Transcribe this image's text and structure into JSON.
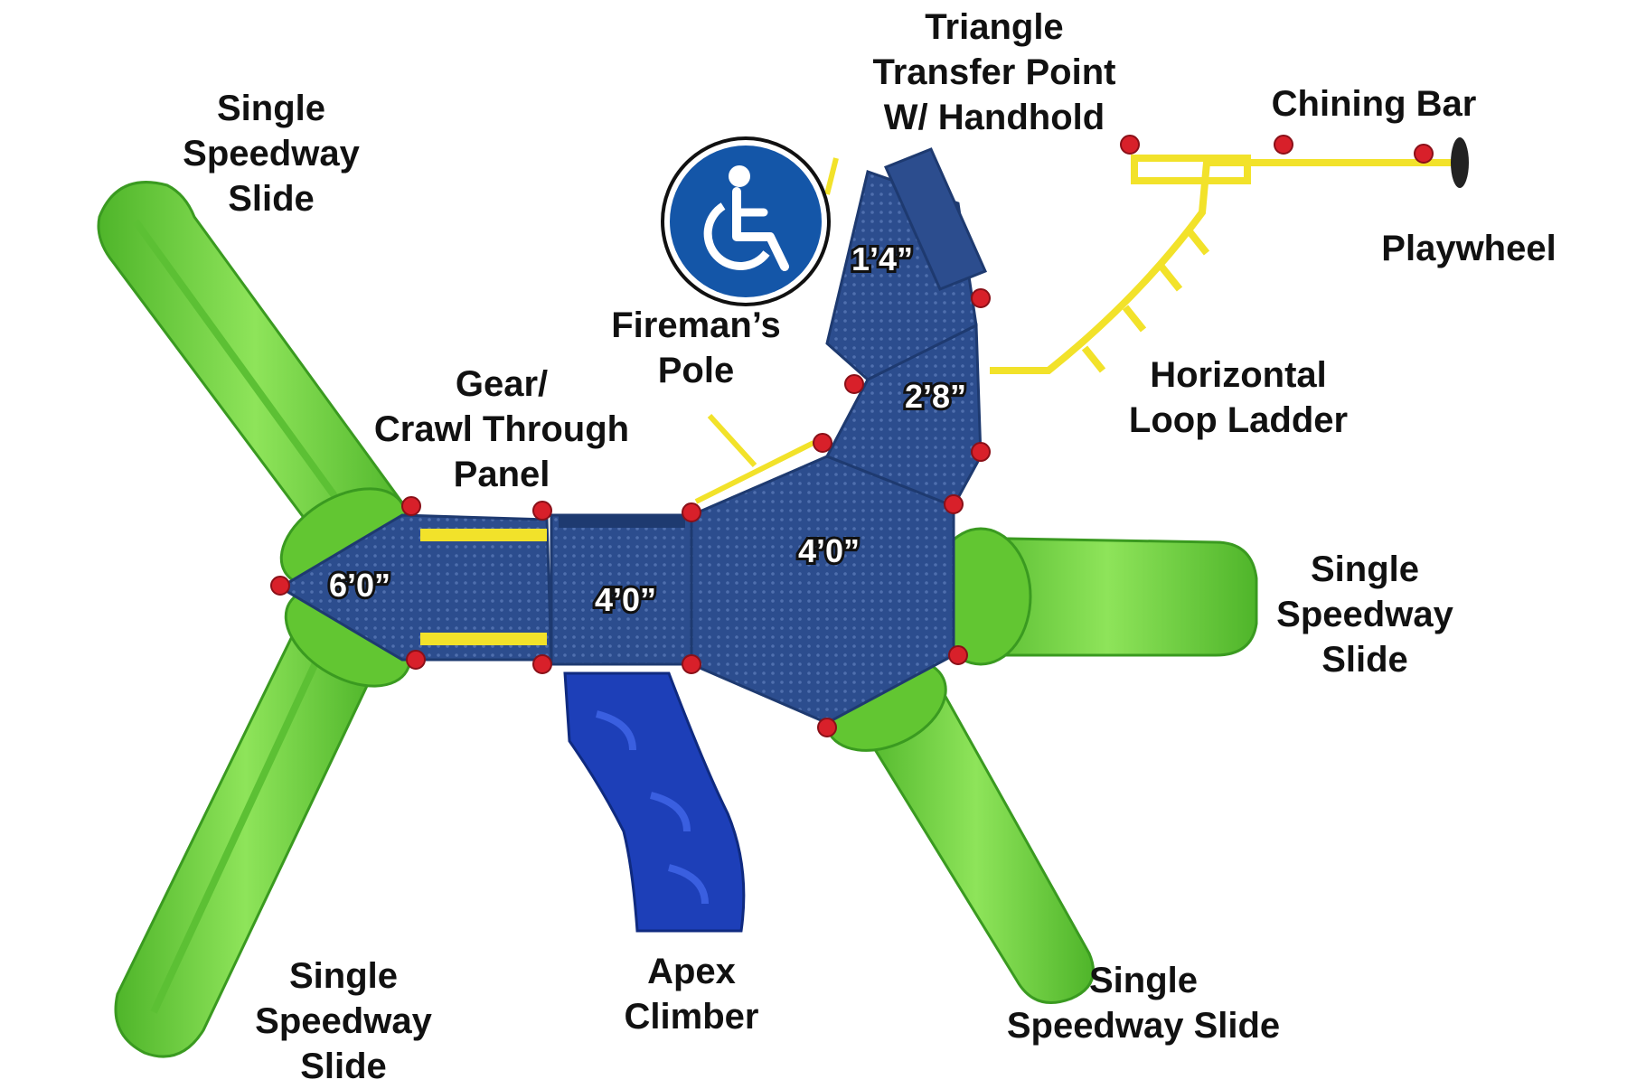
{
  "labels": {
    "triangle_transfer": [
      "Triangle",
      "Transfer Point",
      "W/ Handhold"
    ],
    "chining_bar": [
      "Chining Bar"
    ],
    "playwheel": [
      "Playwheel"
    ],
    "slide_top_left": [
      "Single",
      "Speedway",
      "Slide"
    ],
    "firemans_pole": [
      "Fireman’s",
      "Pole"
    ],
    "gear_panel": [
      "Gear/",
      "Crawl Through",
      "Panel"
    ],
    "horizontal_ladder": [
      "Horizontal",
      "Loop Ladder"
    ],
    "slide_right": [
      "Single",
      "Speedway",
      "Slide"
    ],
    "slide_bottom_left": [
      "Single",
      "Speedway",
      "Slide"
    ],
    "apex_climber": [
      "Apex",
      "Climber"
    ],
    "slide_bottom_right": [
      "Single",
      "Speedway Slide"
    ]
  },
  "heights": {
    "deck_left": "6’0”",
    "deck_center": "4’0”",
    "deck_right": "4’0”",
    "step_upper": "1’4”",
    "step_lower": "2’8”"
  },
  "icons": {
    "accessibility": "wheelchair-icon"
  },
  "colors": {
    "slide_green": "#6fd13a",
    "deck_blue": "#2a4a8a",
    "rail_yellow": "#f2e22a",
    "post_red": "#d8202a",
    "climber_blue": "#1d3fb8",
    "badge_blue": "#1456a8"
  }
}
